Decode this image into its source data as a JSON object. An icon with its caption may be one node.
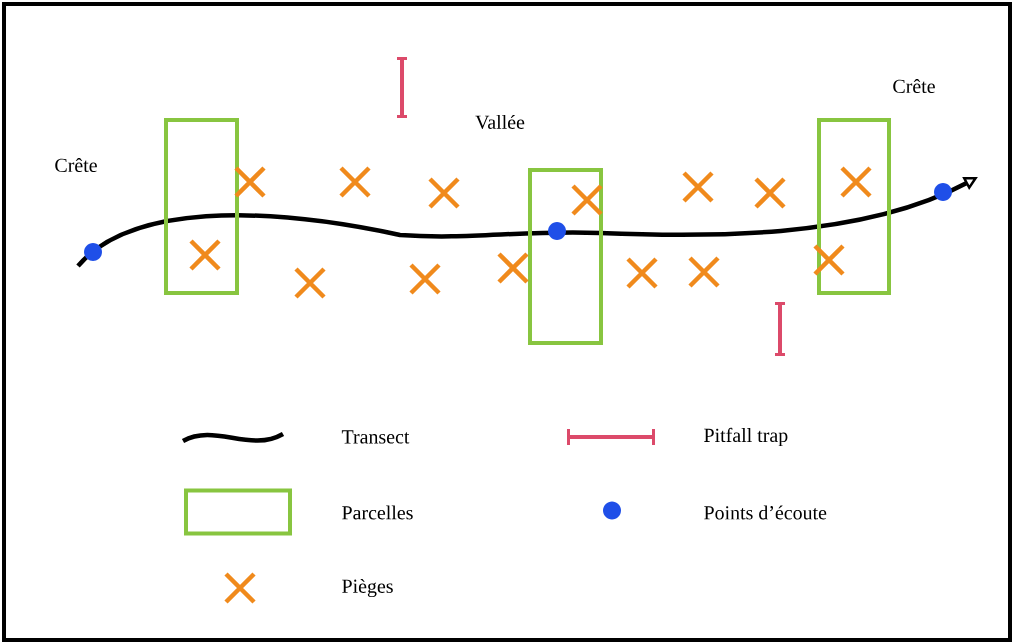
{
  "diagram": {
    "labels": [
      "Crête",
      "Vallée",
      "Crête"
    ],
    "legend": [
      {
        "text": "Transect"
      },
      {
        "text": "Pitfall trap"
      },
      {
        "text": "Parcelles"
      },
      {
        "text": "Points d’écoute"
      },
      {
        "text": "Pièges"
      }
    ]
  }
}
